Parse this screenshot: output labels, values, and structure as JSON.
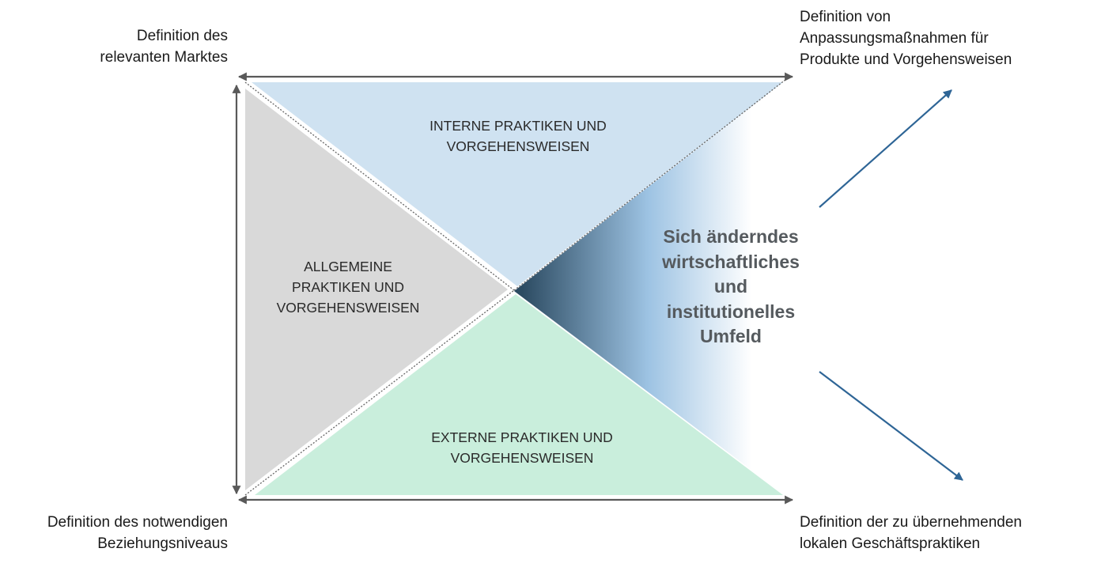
{
  "corners": {
    "top_left": [
      "Definition des",
      "relevanten Marktes"
    ],
    "top_right": [
      "Definition von",
      "Anpassungsmaßnahmen für",
      "Produkte und Vorgehensweisen"
    ],
    "bottom_left": [
      "Definition des notwendigen",
      "Beziehungsniveaus"
    ],
    "bottom_right": [
      "Definition der zu übernehmenden",
      "lokalen Geschäftspraktiken"
    ]
  },
  "regions": {
    "internal": [
      "INTERNE PRAKTIKEN UND",
      "VORGEHENSWEISEN"
    ],
    "general": [
      "ALLGEMEINE",
      "PRAKTIKEN UND",
      "VORGEHENSWEISEN"
    ],
    "external": [
      "EXTERNE PRAKTIKEN UND",
      "VORGEHENSWEISEN"
    ]
  },
  "environment": [
    "Sich änderndes",
    "wirtschaftliches",
    "und",
    "institutionelles",
    "Umfeld"
  ],
  "colors": {
    "internal_fill": "#cfe2f1",
    "general_fill": "#d9d9d9",
    "external_fill": "#c9eedc",
    "arrow_blue": "#2e6596",
    "axis_gray": "#595959",
    "environment_text": "#555a5e"
  }
}
